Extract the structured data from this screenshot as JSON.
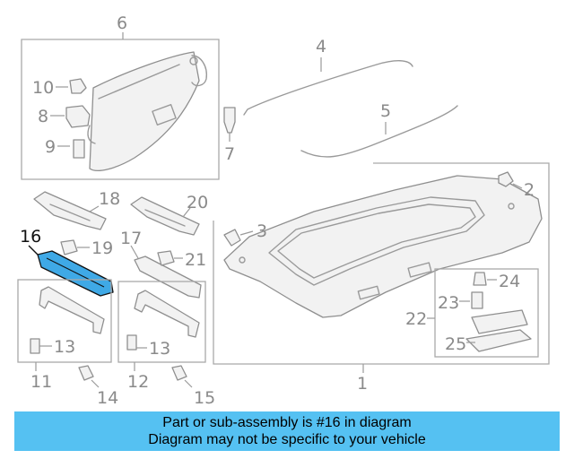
{
  "labels": {
    "n1": "1",
    "n2": "2",
    "n3": "3",
    "n4": "4",
    "n5": "5",
    "n6": "6",
    "n7": "7",
    "n8": "8",
    "n9": "9",
    "n10": "10",
    "n11": "11",
    "n12": "12",
    "n13a": "13",
    "n13b": "13",
    "n14": "14",
    "n15": "15",
    "n16": "16",
    "n17": "17",
    "n18": "18",
    "n19": "19",
    "n20": "20",
    "n21": "21",
    "n22": "22",
    "n23": "23",
    "n24": "24",
    "n25": "25"
  },
  "highlight_part": "16",
  "colors": {
    "highlight": "#3fa9e6",
    "banner": "#55c1f2",
    "line": "#9a9a9a"
  },
  "banner": {
    "line1": "Part or sub-assembly is #16 in diagram",
    "line2": "Diagram may not be specific to your vehicle"
  }
}
